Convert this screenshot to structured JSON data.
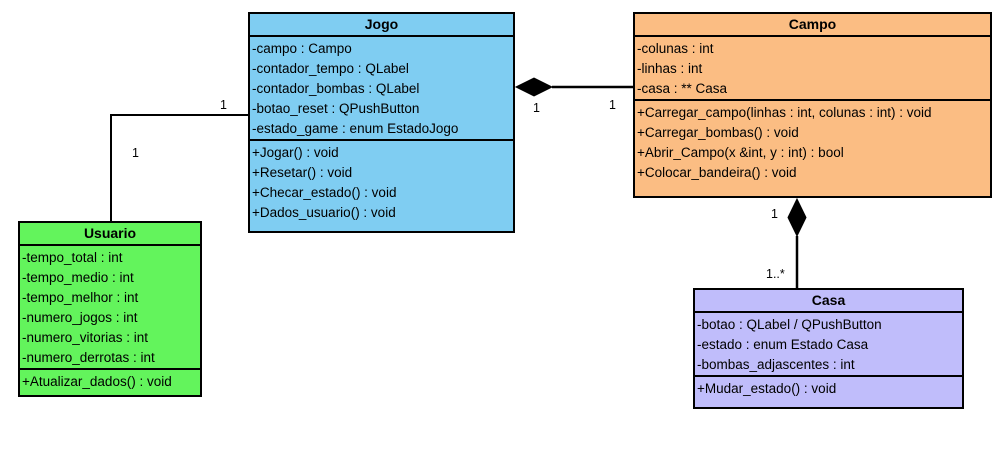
{
  "classes": {
    "jogo": {
      "name": "Jogo",
      "attributes": [
        "-campo : Campo",
        "-contador_tempo : QLabel",
        "-contador_bombas : QLabel",
        "-botao_reset : QPushButton",
        "-estado_game : enum EstadoJogo"
      ],
      "methods": [
        "+Jogar() : void",
        "+Resetar() : void",
        "+Checar_estado() : void",
        "+Dados_usuario() : void"
      ]
    },
    "campo": {
      "name": "Campo",
      "attributes": [
        "-colunas : int",
        "-linhas : int",
        "-casa : ** Casa"
      ],
      "methods": [
        "+Carregar_campo(linhas : int, colunas : int) : void",
        "+Carregar_bombas() : void",
        "+Abrir_Campo(x &int, y : int) : bool",
        "+Colocar_bandeira() : void"
      ]
    },
    "usuario": {
      "name": "Usuario",
      "attributes": [
        "-tempo_total : int",
        "-tempo_medio : int",
        "-tempo_melhor : int",
        "-numero_jogos : int",
        "-numero_vitorias : int",
        "-numero_derrotas : int"
      ],
      "methods": [
        "+Atualizar_dados() : void"
      ]
    },
    "casa": {
      "name": "Casa",
      "attributes": [
        "-botao : QLabel / QPushButton",
        "-estado : enum Estado Casa",
        "-bombas_adjascentes : int"
      ],
      "methods": [
        "+Mudar_estado() : void"
      ]
    }
  },
  "multiplicities": {
    "jogo_usuario_jogo_end": "1",
    "jogo_usuario_usuario_end": "1",
    "jogo_campo_jogo_end": "1",
    "jogo_campo_campo_end": "1",
    "campo_casa_campo_end": "1",
    "campo_casa_casa_end": "1..*"
  },
  "colors": {
    "jogo": "#7fcdf2",
    "campo": "#fbbd83",
    "usuario": "#63f45c",
    "casa": "#c0bdfb"
  }
}
